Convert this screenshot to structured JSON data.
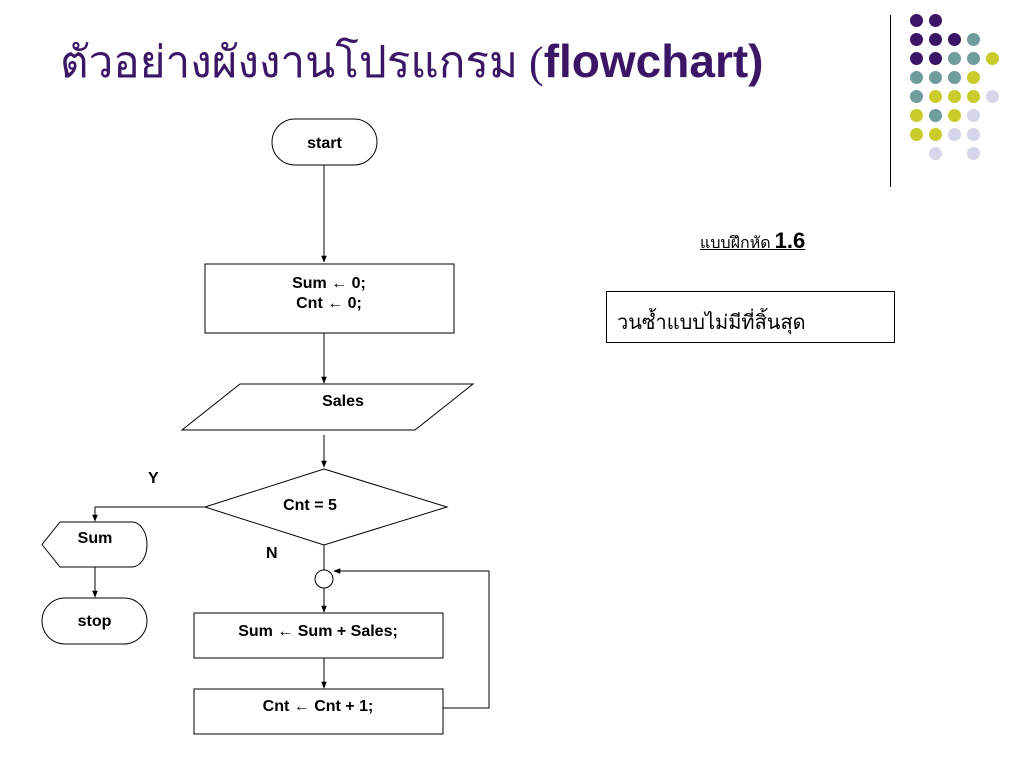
{
  "title": {
    "thai": "ตัวอย่างผังงานโปรแกรม (",
    "english": "flowchart)"
  },
  "exercise": {
    "label": "แบบฝึกหัด ",
    "number": "1.6"
  },
  "note": "วนซ้ำแบบไม่มีที่สิ้นสุด",
  "flowchart": {
    "start": "start",
    "init_line1": "Sum ← 0;",
    "init_line2": "Cnt ← 0;",
    "input": "Sales",
    "decision": "Cnt = 5",
    "yes": "Y",
    "no": "N",
    "output": "Sum",
    "stop": "stop",
    "step1": "Sum ← Sum + Sales;",
    "step2": "Cnt ← Cnt + 1;"
  },
  "decoration_colors": {
    "purple": "#3b1566",
    "teal": "#6f9c9c",
    "yellow": "#c9cc2a",
    "lavender": "#d6d6ea"
  }
}
